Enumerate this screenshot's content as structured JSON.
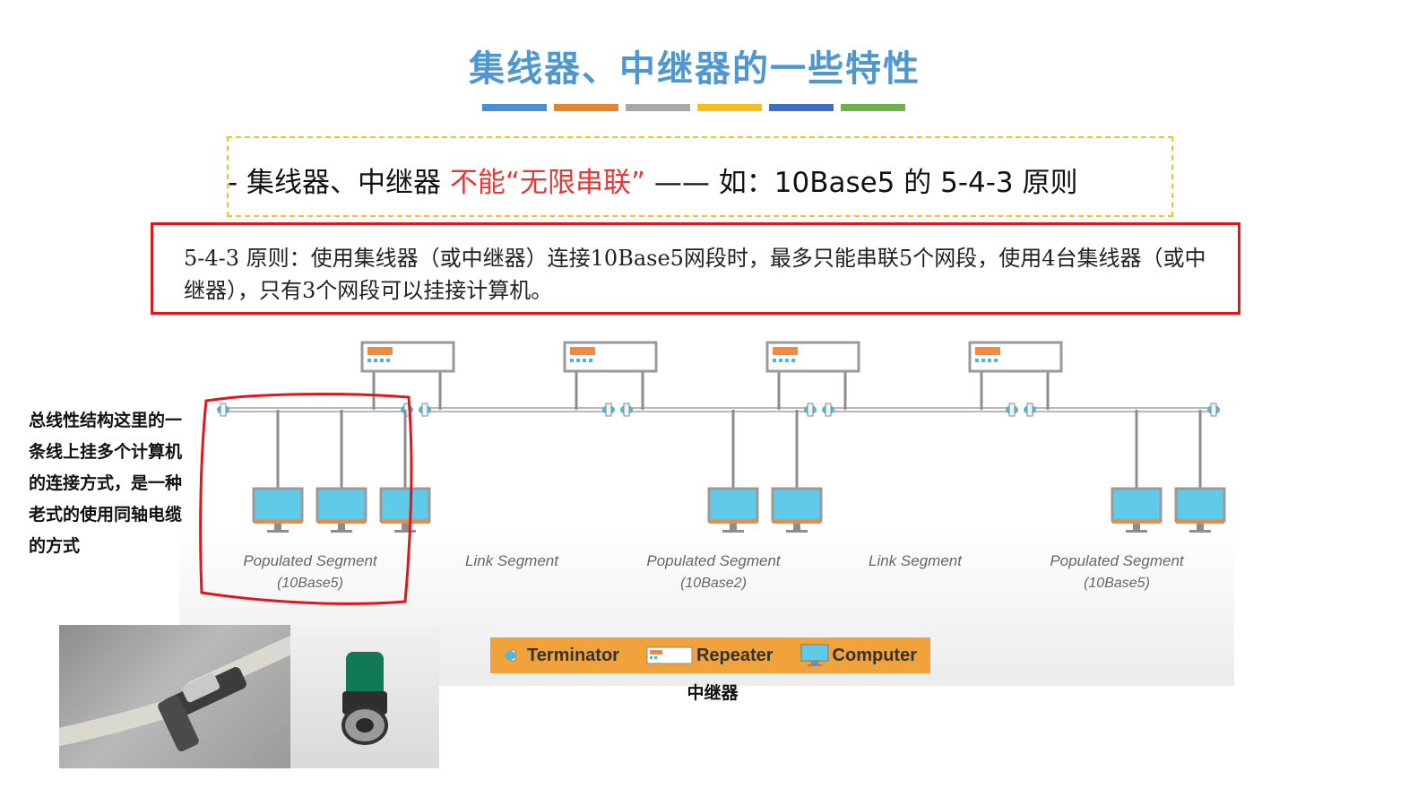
{
  "title": "集线器、中继器的一些特性",
  "accent_colors": [
    "#4a8fd4",
    "#e8842c",
    "#a8a8a8",
    "#f3bf1c",
    "#3d6fc4",
    "#6fb24a"
  ],
  "key_point": {
    "bullet": "-",
    "prefix": " 集线器、中继器 ",
    "highlight": "不能“无限串联”",
    "dash": " —— ",
    "suffix": "如：10Base5 的 5-4-3 原则"
  },
  "rule_text": "5-4-3 原则：使用集线器（或中继器）连接10Base5网段时，最多只能串联5个网段，使用4台集线器（或中继器），只有3个网段可以挂接计算机。",
  "side_note": "总线性结构这里的一条线上挂多个计算机的连接方式，是一种老式的使用同轴电缆的方式",
  "segments": [
    {
      "name": "Populated Segment",
      "sub": "(10Base5)",
      "computers": 3
    },
    {
      "name": "Link Segment",
      "sub": "",
      "computers": 0
    },
    {
      "name": "Populated Segment",
      "sub": "(10Base2)",
      "computers": 2
    },
    {
      "name": "Link Segment",
      "sub": "",
      "computers": 0
    },
    {
      "name": "Populated Segment",
      "sub": "(10Base5)",
      "computers": 2
    }
  ],
  "repeater_count": 4,
  "legend": {
    "terminator": "Terminator",
    "repeater": "Repeater",
    "computer": "Computer"
  },
  "repeater_caption": "中继器",
  "annotation_color": "#e0161b",
  "icons": [
    "terminator-icon",
    "repeater-icon",
    "computer-icon",
    "bnc-t-connector-photo",
    "bnc-terminator-photo"
  ]
}
